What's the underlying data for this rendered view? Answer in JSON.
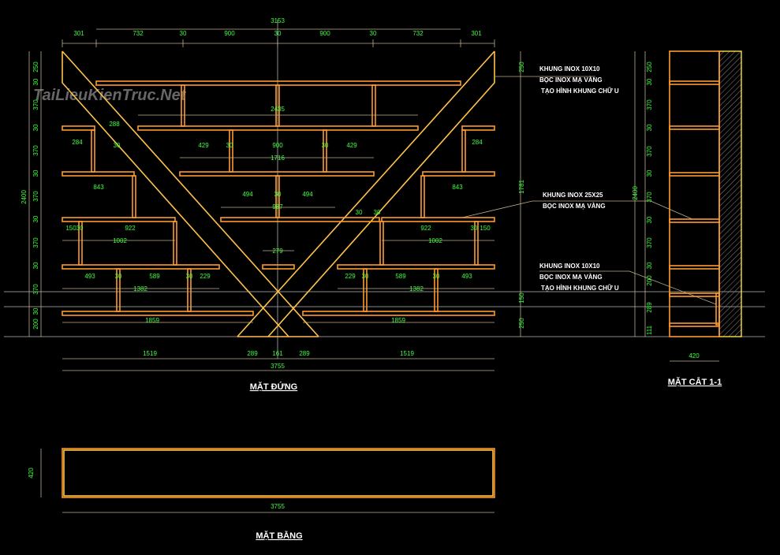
{
  "watermark": "TaiLieuKienTruc.Net",
  "colors": {
    "frame": "#ff9a2e",
    "frame_light": "#ffc24a",
    "dimension_text": "#3dff3d",
    "dimension_line": "#bfb08f",
    "background": "#000000"
  },
  "elevation": {
    "title": "MẶT ĐỨNG",
    "top_total": "3153",
    "top_dims": [
      "301",
      "732",
      "30",
      "900",
      "30",
      "900",
      "30",
      "732",
      "301"
    ],
    "left_total": "2400",
    "left_dims": [
      "250",
      "30",
      "370",
      "30",
      "370",
      "30",
      "370",
      "30",
      "370",
      "30",
      "370",
      "30",
      "200"
    ],
    "right_dims": [
      "250",
      "1781",
      "150",
      "250"
    ],
    "inner_dims": [
      "2435",
      "284",
      "284",
      "429",
      "30",
      "900",
      "30",
      "429",
      "1716",
      "843",
      "843",
      "494",
      "30",
      "494",
      "987",
      "150",
      "30",
      "922",
      "1002",
      "922",
      "30",
      "150",
      "1002",
      "279",
      "493",
      "30",
      "589",
      "30",
      "229",
      "1382",
      "229",
      "30",
      "589",
      "30",
      "493",
      "1382",
      "1859",
      "1859"
    ],
    "diagonal_dims": [
      "288",
      "30",
      "30",
      "30"
    ],
    "bottom_dims": [
      "1519",
      "289",
      "161",
      "289",
      "1519"
    ],
    "bottom_total": "3755"
  },
  "notes": [
    [
      "KHUNG INOX 10X10",
      "BỌC INOX MẠ VÀNG",
      "TẠO HÌNH KHUNG CHỮ U"
    ],
    [
      "KHUNG INOX 25X25",
      "BỌC INOX MẠ VÀNG"
    ],
    [
      "KHUNG INOX 10X10",
      "BỌC INOX MẠ VÀNG",
      "TẠO HÌNH KHUNG CHỮ U"
    ]
  ],
  "section": {
    "title": "MẶT CẮT 1-1",
    "total": "2400",
    "dims": [
      "250",
      "30",
      "370",
      "30",
      "370",
      "30",
      "370",
      "30",
      "370",
      "30",
      "200",
      "289",
      "111"
    ],
    "depth": "420"
  },
  "plan": {
    "title": "MẶT BẰNG",
    "depth": "420",
    "width": "3755"
  }
}
